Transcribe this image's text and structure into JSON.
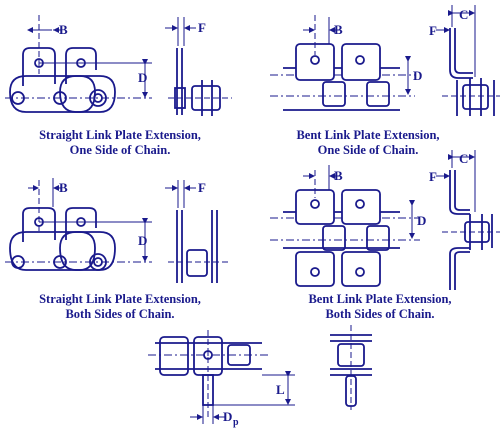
{
  "dims": {
    "B": "B",
    "F": "F",
    "C": "C",
    "D": "D",
    "L": "L",
    "Dp": "D",
    "Dp_sub": "p"
  },
  "captions": {
    "straight_one": [
      "Straight Link Plate Extension,",
      "One Side of Chain."
    ],
    "bent_one": [
      "Bent Link Plate Extension,",
      "One Side of Chain."
    ],
    "straight_both": [
      "Straight Link Plate Extension,",
      "Both Sides of Chain."
    ],
    "bent_both": [
      "Bent Link Plate Extension,",
      "Both Sides of Chain."
    ]
  },
  "colors": {
    "ink": "#1a1a8c",
    "background": "#ffffff"
  }
}
